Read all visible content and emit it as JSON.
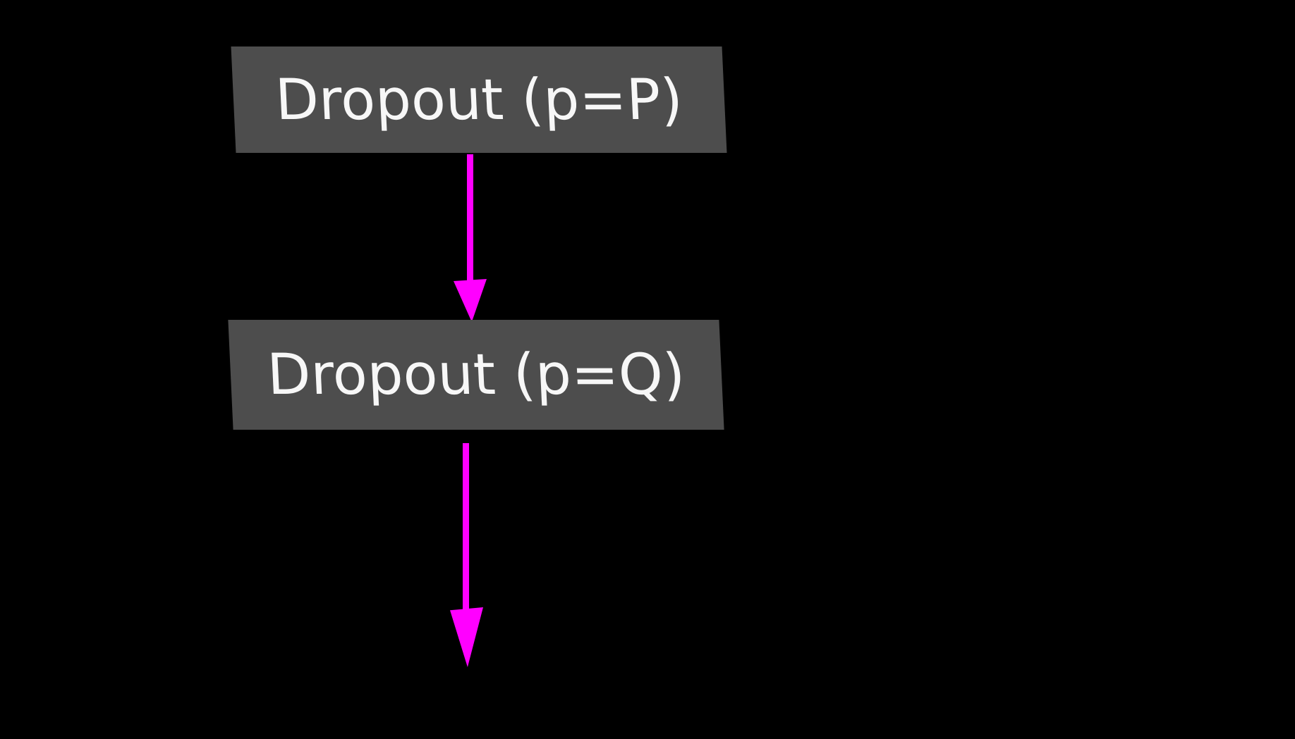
{
  "diagram": {
    "type": "flow-graph",
    "background_color": "#000000",
    "node_fill_color": "#4d4d4d",
    "node_text_color": "#f7f7f7",
    "edge_color": "#ff00ff",
    "nodes": [
      {
        "id": "dropout-p",
        "label": "Dropout (p=P)"
      },
      {
        "id": "dropout-q",
        "label": "Dropout (p=Q)"
      }
    ],
    "edges": [
      {
        "from": "dropout-p",
        "to": "dropout-q",
        "direction": "down"
      },
      {
        "from": "dropout-q",
        "to": null,
        "direction": "down"
      }
    ]
  }
}
